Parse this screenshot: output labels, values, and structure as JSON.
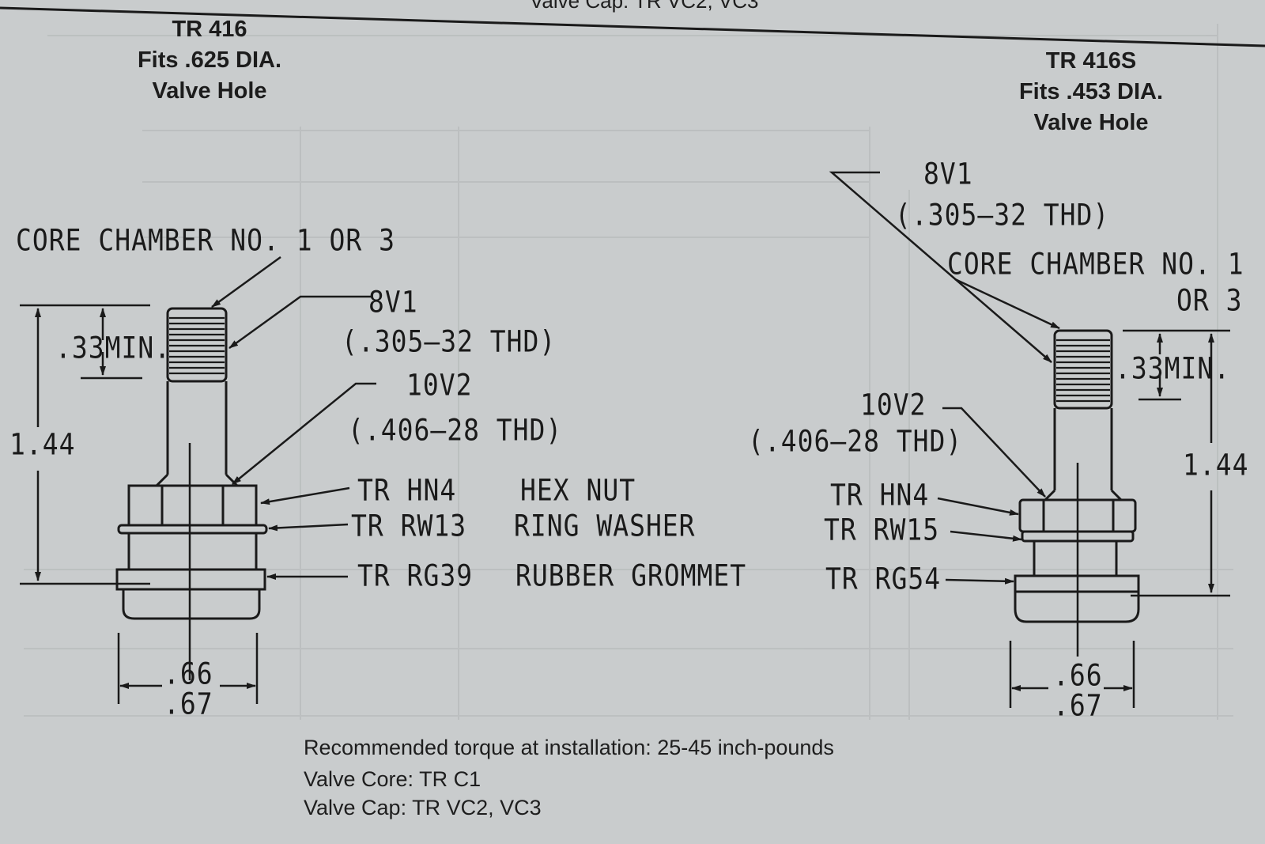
{
  "top_cut_caption": "Valve Cap: TR VC2, VC3",
  "left_valve": {
    "model": "TR 416",
    "fit": "Fits .625 DIA.",
    "hole": "Valve Hole",
    "core_chamber": "CORE CHAMBER NO. 1 OR 3",
    "thread1_code": "8V1",
    "thread1_spec": "(.305–32 THD)",
    "thread2_code": "10V2",
    "thread2_spec": "(.406–28 THD)",
    "min_dim": ".33MIN.",
    "height_dim": "1.44",
    "width_dim_top": ".66",
    "width_dim_bottom": ".67",
    "parts": [
      {
        "code": "TR HN4",
        "name": "HEX NUT"
      },
      {
        "code": "TR RW13",
        "name": "RING WASHER"
      },
      {
        "code": "TR RG39",
        "name": "RUBBER GROMMET"
      }
    ]
  },
  "right_valve": {
    "model": "TR 416S",
    "fit": "Fits .453 DIA.",
    "hole": "Valve Hole",
    "thread1_code": "8V1",
    "thread1_spec": "(.305–32 THD)",
    "core_chamber_line1": "CORE CHAMBER NO. 1",
    "core_chamber_line2": "OR 3",
    "thread2_code": "10V2",
    "thread2_spec": "(.406–28 THD)",
    "min_dim": ".33MIN.",
    "height_dim": "1.44",
    "width_dim_top": ".66",
    "width_dim_bottom": ".67",
    "parts": [
      "TR HN4",
      "TR RW15",
      "TR RG54"
    ]
  },
  "notes": {
    "torque": "Recommended torque at installation: 25-45 inch-pounds",
    "core": "Valve Core: TR C1",
    "cap": "Valve Cap: TR VC2, VC3"
  },
  "colors": {
    "paper": "#c9cccd",
    "ink": "#1a1a1a"
  }
}
